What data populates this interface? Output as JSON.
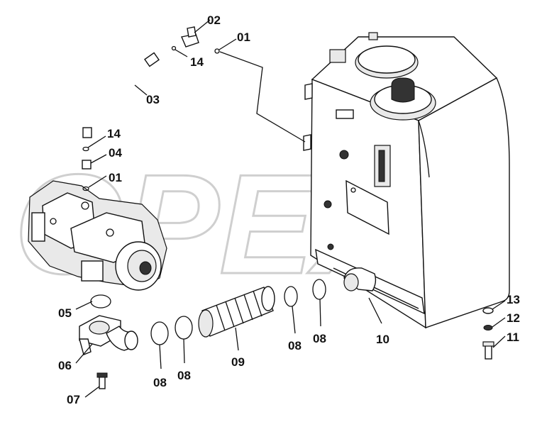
{
  "watermark": "OPEX",
  "callouts": {
    "c02": "02",
    "c01_top": "01",
    "c14_top": "14",
    "c03": "03",
    "c14_mid": "14",
    "c04": "04",
    "c01_mid": "01",
    "c05": "05",
    "c06": "06",
    "c07": "07",
    "c08_a": "08",
    "c08_b": "08",
    "c09": "09",
    "c08_c": "08",
    "c08_d": "08",
    "c10": "10",
    "c13": "13",
    "c12": "12",
    "c11": "11"
  },
  "icons": {
    "pump": "hydraulic-pump-icon",
    "tank": "hydraulic-tank-icon",
    "hose": "suction-hose-icon"
  }
}
